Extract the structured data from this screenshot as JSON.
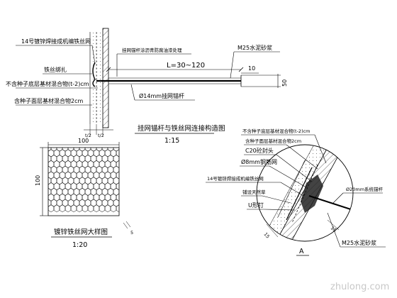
{
  "top_detail": {
    "label_mesh_wire": "14号镀锌焊接成机编铁丝网",
    "label_anchor_treatment": "挂网锚杆涂沥青防腐油漆处理",
    "label_mortar": "M25水泥砂浆",
    "label_wire_tie": "铁丝绑扎",
    "label_base_layer": "不含种子底层基材混合物(t-2)cm",
    "label_surface_layer": "含种子面层基材混合物2cm",
    "dim_length": "L=30~120",
    "dim_ten": "10",
    "dim_fifty": "50",
    "label_anchor": "Ø14mm挂网锚杆",
    "dim_t2_left": "t/2",
    "dim_t2_right": "t/2",
    "title": "挂网锚杆与铁丝网连接构造图",
    "scale": "1:15"
  },
  "mesh_detail": {
    "dim_width": "100",
    "dim_height": "100",
    "dim_five": "5",
    "title": "镀锌铁丝网大样图",
    "scale": "1:20"
  },
  "circle_detail": {
    "label_base_layer": "不含种子底层基材混合物(t-2)cm",
    "label_surface_layer": "含种子面层基材混合物2cm",
    "label_c20": "C20砼封头",
    "label_rebar_mesh": "Ø8mm钢筋网",
    "label_wire_mesh": "14号镀锌焊接成机编铁丝网",
    "label_sod": "铺设天然草",
    "label_u_nail": "U形钉",
    "label_anchor": "Ø20mm系统锚杆",
    "label_mortar": "M25水泥砂浆",
    "dim_15a": "15",
    "dim_15b": "15",
    "marker": "A"
  },
  "watermark": "zhulong.com"
}
